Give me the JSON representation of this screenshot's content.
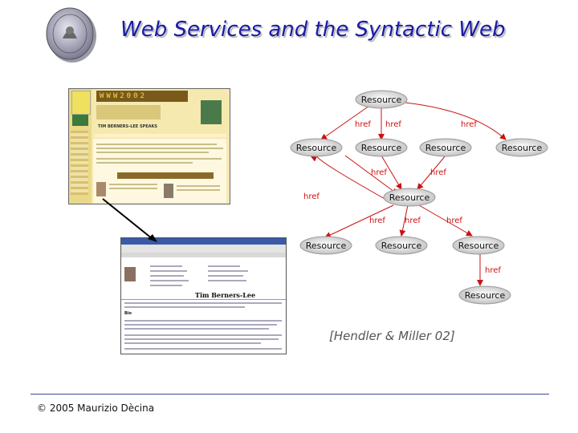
{
  "title": "Web Services and the Syntactic Web",
  "citation": "[Hendler & Miller 02]",
  "footer": "© 2005 Maurizio Dècina",
  "graph": {
    "resource_label": "Resource",
    "href_label": "href"
  },
  "screenshot_top": {
    "banner": "WWW2002",
    "section_heading": "TIM BERNERS-LEE SPEAKS"
  },
  "screenshot_bottom": {
    "person_name": "Tim Berners-Lee",
    "bio_heading": "Bio"
  },
  "colors": {
    "title": "#1a1aa6",
    "node_fill": "#d0d0d0",
    "arrow": "#cc1111"
  }
}
